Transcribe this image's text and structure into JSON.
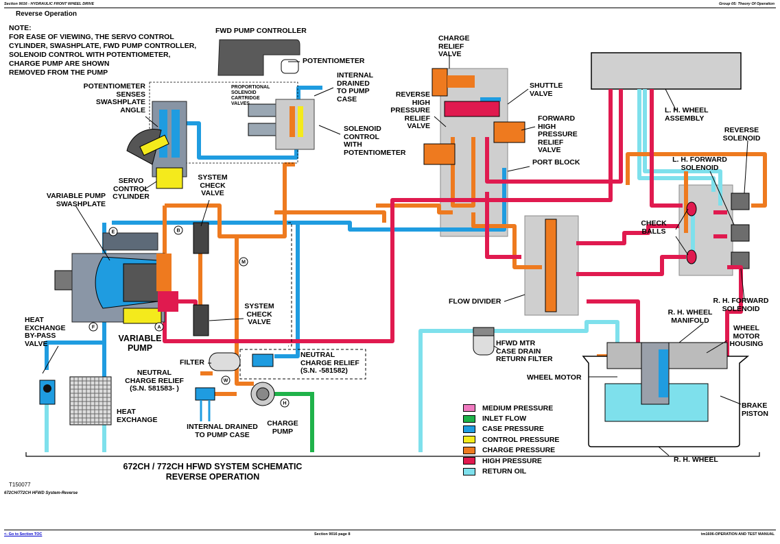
{
  "header": {
    "left": "Section 9016 - HYDRAULIC FRONT WHEEL DRIVE",
    "right": "Group 05: Theory Of Operation"
  },
  "section_title": "Reverse Operation",
  "note": {
    "title": "NOTE:",
    "lines": [
      "FOR EASE OF VIEWING, THE SERVO CONTROL",
      "CYLINDER, SWASHPLATE, FWD PUMP CONTROLLER,",
      "SOLENOID CONTROL WITH POTENTIOMETER,",
      "CHARGE PUMP ARE SHOWN",
      "REMOVED FROM THE PUMP"
    ]
  },
  "labels": {
    "fwd_pump_controller": "FWD PUMP CONTROLLER",
    "potentiometer": "POTENTIOMETER",
    "internal_drained_1": "INTERNAL",
    "internal_drained_2": "DRAINED",
    "internal_drained_3": "TO PUMP",
    "internal_drained_4": "CASE",
    "prop_1": "PROPORTIONAL",
    "prop_2": "SOLENOID",
    "prop_3": "CARTRIDGE",
    "prop_4": "VALVES",
    "pot_senses_1": "POTENTIOMETER",
    "pot_senses_2": "SENSES",
    "pot_senses_3": "SWASHPLATE",
    "pot_senses_4": "ANGLE",
    "solenoid_ctrl_1": "SOLENOID",
    "solenoid_ctrl_2": "CONTROL",
    "solenoid_ctrl_3": "WITH",
    "solenoid_ctrl_4": "POTENTIOMETER",
    "charge_relief_1": "CHARGE",
    "charge_relief_2": "RELIEF",
    "charge_relief_3": "VALVE",
    "shuttle_1": "SHUTTLE",
    "shuttle_2": "VALVE",
    "rev_hp_1": "REVERSE",
    "rev_hp_2": "HIGH",
    "rev_hp_3": "PRESSURE",
    "rev_hp_4": "RELIEF",
    "rev_hp_5": "VALVE",
    "fwd_hp_1": "FORWARD",
    "fwd_hp_2": "HIGH",
    "fwd_hp_3": "PRESSURE",
    "fwd_hp_4": "RELIEF",
    "fwd_hp_5": "VALVE",
    "port_block": "PORT BLOCK",
    "lh_wheel_1": "L. H. WHEEL",
    "lh_wheel_2": "ASSEMBLY",
    "rev_sol_1": "REVERSE",
    "rev_sol_2": "SOLENOID",
    "lh_fwd_1": "L. H. FORWARD",
    "lh_fwd_2": "SOLENOID",
    "check_balls_1": "CHECK",
    "check_balls_2": "BALLS",
    "rh_fwd_1": "R. H. FORWARD",
    "rh_fwd_2": "SOLENOID",
    "servo_1": "SERVO",
    "servo_2": "CONTROL",
    "servo_3": "CYLINDER",
    "sys_check_top_1": "SYSTEM",
    "sys_check_top_2": "CHECK",
    "sys_check_top_3": "VALVE",
    "var_swash_1": "VARIABLE PUMP",
    "var_swash_2": "SWASHPLATE",
    "flow_divider": "FLOW DIVIDER",
    "sys_check_bot_1": "SYSTEM",
    "sys_check_bot_2": "CHECK",
    "sys_check_bot_3": "VALVE",
    "rh_manifold_1": "R. H. WHEEL",
    "rh_manifold_2": "MANIFOLD",
    "wheel_motor_housing_1": "WHEEL",
    "wheel_motor_housing_2": "MOTOR",
    "wheel_motor_housing_3": "HOUSING",
    "heat_bypass_1": "HEAT",
    "heat_bypass_2": "EXCHANGE",
    "heat_bypass_3": "BY-PASS",
    "heat_bypass_4": "VALVE",
    "variable_pump_1": "VARIABLE",
    "variable_pump_2": "PUMP",
    "hfwd_filter_1": "HFWD MTR",
    "hfwd_filter_2": "CASE DRAIN",
    "hfwd_filter_3": "RETURN FILTER",
    "filter": "FILTER",
    "neutral_old_1": "NEUTRAL",
    "neutral_old_2": "CHARGE RELIEF",
    "neutral_old_3": "(S.N. -581582)",
    "wheel_motor": "WHEEL MOTOR",
    "neutral_new_1": "NEUTRAL",
    "neutral_new_2": "CHARGE RELIEF",
    "neutral_new_3": "(S.N. 581583- )",
    "brake_piston_1": "BRAKE",
    "brake_piston_2": "PISTON",
    "heat_exchange_1": "HEAT",
    "heat_exchange_2": "EXCHANGE",
    "internal_drained_b_1": "INTERNAL DRAINED",
    "internal_drained_b_2": "TO PUMP CASE",
    "charge_pump_1": "CHARGE",
    "charge_pump_2": "PUMP",
    "rh_wheel": "R. H. WHEEL"
  },
  "ports": {
    "E": "E",
    "B": "B",
    "M": "M",
    "A": "A",
    "F": "F",
    "W": "W",
    "H": "H"
  },
  "legend": [
    {
      "label": "MEDIUM PRESSURE",
      "color": "#f07ac0"
    },
    {
      "label": "INLET FLOW",
      "color": "#1fb24a"
    },
    {
      "label": "CASE PRESSURE",
      "color": "#1f9ce0"
    },
    {
      "label": "CONTROL PRESSURE",
      "color": "#f4ea1c"
    },
    {
      "label": "CHARGE PRESSURE",
      "color": "#ee7a1f"
    },
    {
      "label": "HIGH PRESSURE",
      "color": "#e01a4f"
    },
    {
      "label": "RETURN OIL",
      "color": "#7ee0ec"
    }
  ],
  "caption": {
    "line1": "672CH / 772CH HFWD SYSTEM SCHEMATIC",
    "line2": "REVERSE OPERATION",
    "figure_number": "T150077",
    "figure_title": "672CH/772CH HFWD System-Reverse"
  },
  "footer": {
    "left_link": "<- Go to Section TOC",
    "center": "Section 9016 page 8",
    "right": "tm1606-OPERATION AND TEST MANUAL"
  }
}
